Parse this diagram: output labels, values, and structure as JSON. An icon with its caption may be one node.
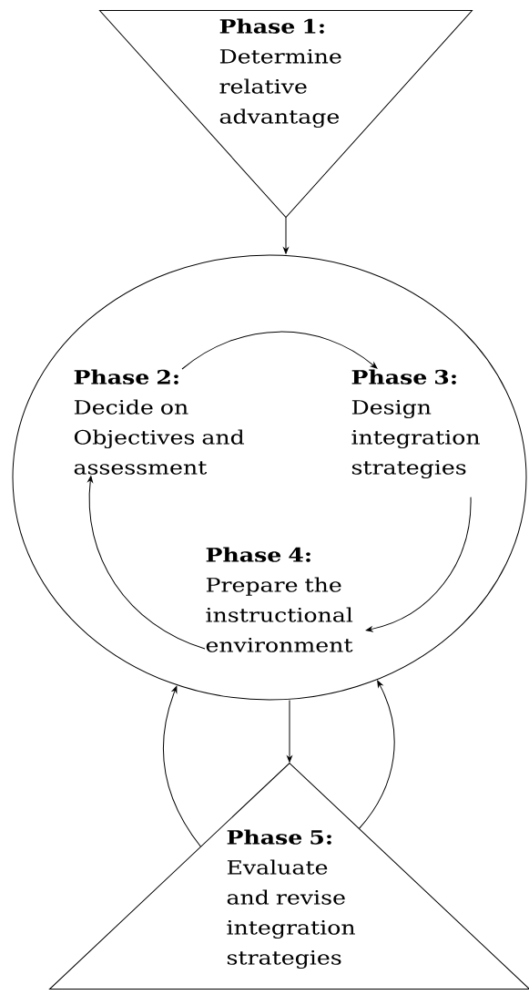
{
  "diagram": {
    "nodes": [
      {
        "text": [
          "Phase 1:",
          "Determine relative advantage"
        ]
      },
      {
        "text": [],
        "shape": "circle"
      },
      {
        "text": [
          "Phase 2:",
          "Decide on Objectives and assessment"
        ],
        "in": 1
      },
      {
        "text": [
          "Phase 3:",
          "Design integration strategies"
        ],
        "in": 1
      },
      {
        "text": [
          "Phase 4:",
          "Prepare the instructional environment"
        ],
        "in": 1
      },
      {
        "text": [
          "Phase 5:",
          "Evaluate and revise integration strategies"
        ]
      }
    ],
    "edges": [
      {
        "from": 0,
        "to": 1,
        "arrow": "to"
      },
      {
        "from": 2,
        "to": 3,
        "arrow": "to"
      },
      {
        "from": 3,
        "to": 4,
        "arrow": "to"
      },
      {
        "from": 4,
        "to": 2,
        "arrow": "to"
      },
      {
        "from": 1,
        "to": 5,
        "arrow": "to"
      },
      {
        "from": 5,
        "to": 1,
        "arrow": "to"
      },
      {
        "from": 5,
        "to": 1,
        "arrow": "to"
      }
    ]
  }
}
